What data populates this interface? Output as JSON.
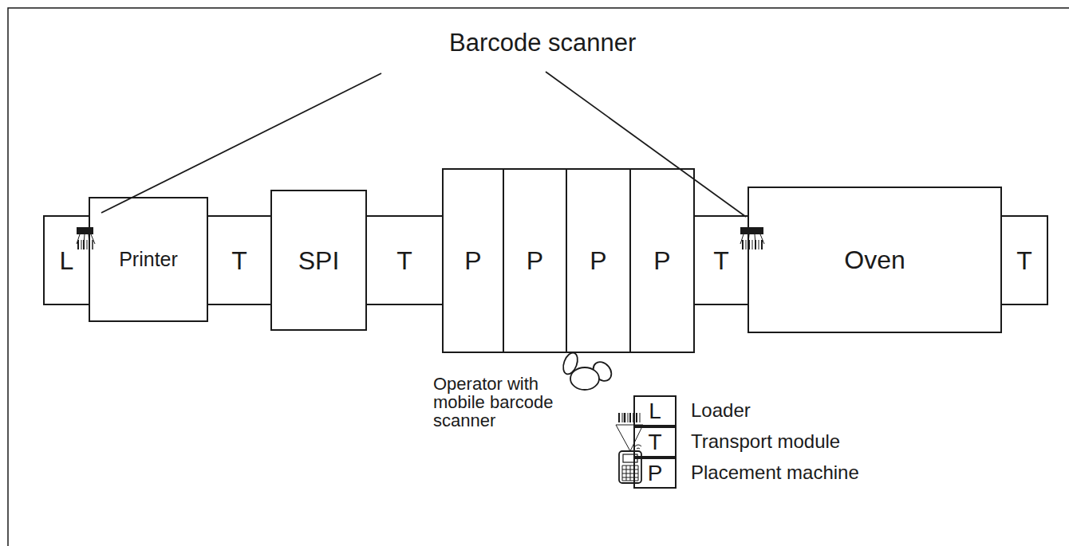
{
  "diagram": {
    "nodes": [
      {
        "text": [
          "L"
        ]
      },
      {
        "text": [
          "Printer"
        ]
      },
      {
        "text": [
          "T"
        ]
      },
      {
        "text": [
          "SPI"
        ]
      },
      {
        "text": [
          "T"
        ]
      },
      {
        "text": [
          "P"
        ]
      },
      {
        "text": [
          "P"
        ]
      },
      {
        "text": [
          "P"
        ]
      },
      {
        "text": [
          "P"
        ]
      },
      {
        "text": [
          "T"
        ]
      },
      {
        "text": [
          "Oven"
        ]
      },
      {
        "text": [
          "T"
        ]
      },
      {
        "text": [
          "L"
        ]
      },
      {
        "text": [
          "T"
        ]
      },
      {
        "text": [
          "P"
        ]
      }
    ],
    "labels": [
      "Barcode scanner",
      "Operator with mobile barcode scanner"
    ],
    "legend": [
      {
        "text": "Loader"
      },
      {
        "text": "Transport module"
      },
      {
        "text": "Placement machine"
      }
    ]
  }
}
